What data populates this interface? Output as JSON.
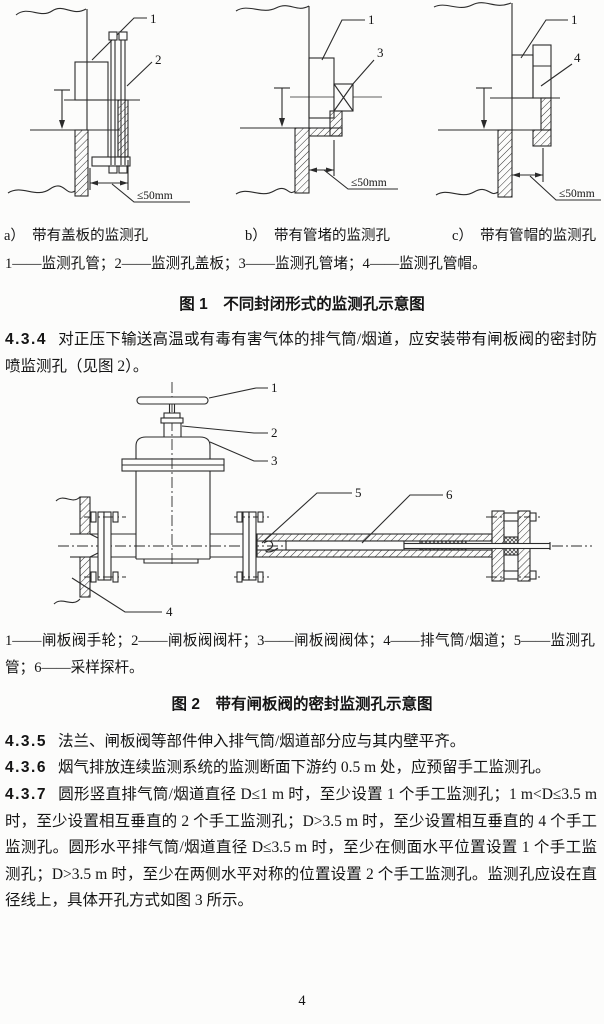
{
  "figure1": {
    "callout_1": "1",
    "callout_2": "2",
    "callout_3": "3",
    "callout_4": "4",
    "dim_label": "≤50mm",
    "sub_a": "a）　带有盖板的监测孔",
    "sub_b": "b）　带有管堵的监测孔",
    "sub_c": "c）　带有管帽的监测孔",
    "legend": "1——监测孔管；2——监测孔盖板；3——监测孔管堵；4——监测孔管帽。",
    "caption": "图 1　不同封闭形式的监测孔示意图"
  },
  "figure2": {
    "c1": "1",
    "c2": "2",
    "c3": "3",
    "c4": "4",
    "c5": "5",
    "c6": "6",
    "legend": "1——闸板阀手轮；2——闸板阀阀杆；3——闸板阀阀体；4——排气筒/烟道；5——监测孔管；6——采样探杆。",
    "caption": "图 2　带有闸板阀的密封监测孔示意图"
  },
  "sections": [
    {
      "num": "4.3.4",
      "text": "对正压下输送高温或有毒有害气体的排气筒/烟道，应安装带有闸板阀的密封防喷监测孔（见图 2）。"
    },
    {
      "num": "4.3.5",
      "text": "法兰、闸板阀等部件伸入排气筒/烟道部分应与其内壁平齐。"
    },
    {
      "num": "4.3.6",
      "text": "烟气排放连续监测系统的监测断面下游约 0.5 m 处，应预留手工监测孔。"
    },
    {
      "num": "4.3.7",
      "text": "圆形竖直排气筒/烟道直径 D≤1 m 时，至少设置 1 个手工监测孔；1 m<D≤3.5 m 时，至少设置相互垂直的 2 个手工监测孔；D>3.5 m 时，至少设置相互垂直的 4 个手工监测孔。圆形水平排气筒/烟道直径 D≤3.5 m 时，至少在侧面水平位置设置 1 个手工监测孔；D>3.5 m 时，至少在两侧水平对称的位置设置 2 个手工监测孔。监测孔应设在直径线上，具体开孔方式如图 3 所示。"
    }
  ],
  "page": {
    "number": "4"
  }
}
